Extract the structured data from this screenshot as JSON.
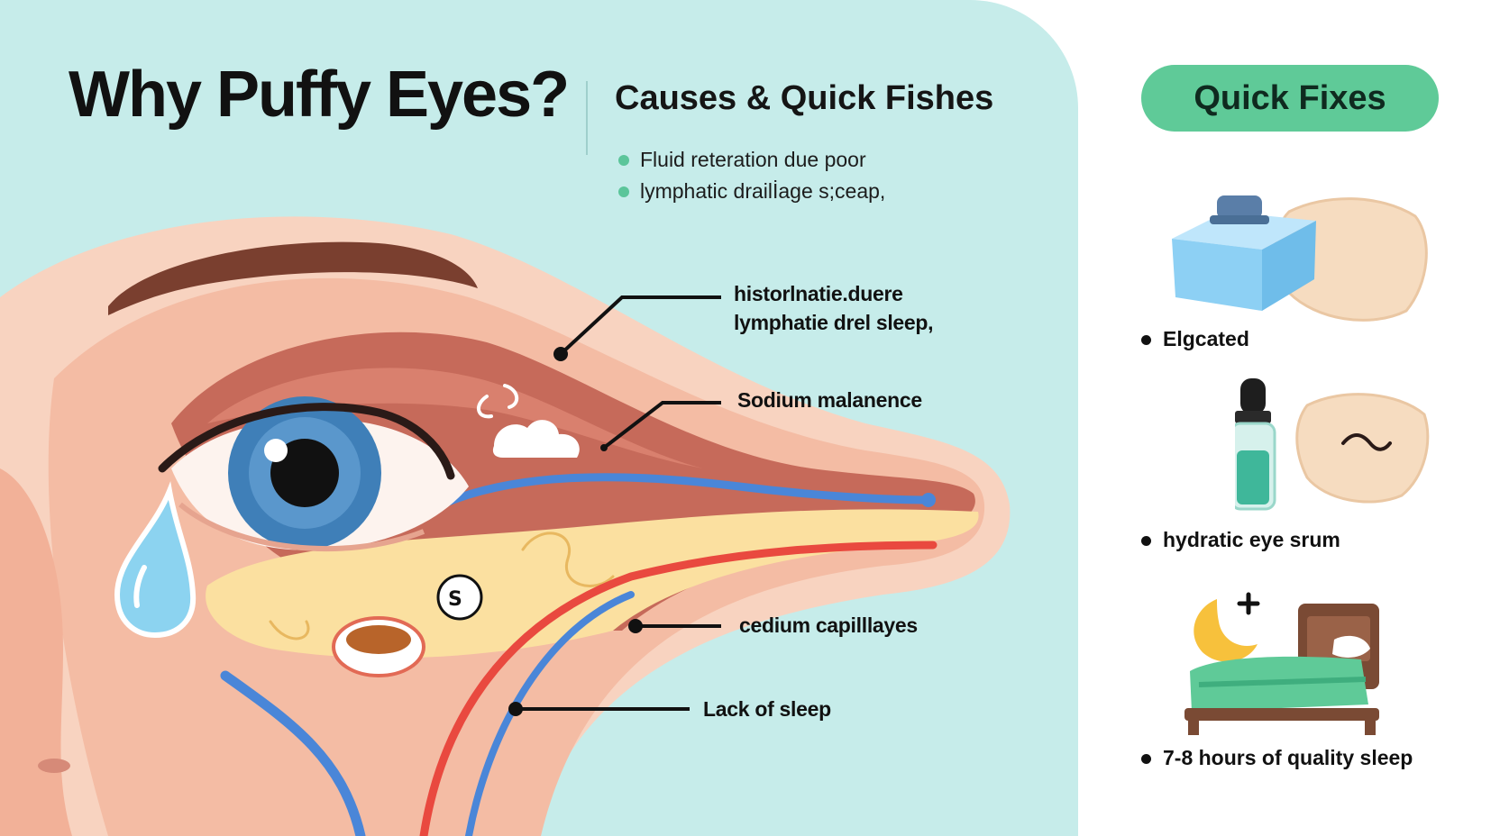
{
  "header": {
    "title": "Why Puffy Eyes?",
    "subtitle": "Causes & Quick Fishes"
  },
  "causes": [
    "Fluid reteration due poor",
    "lymphatic drailİage s;ceap,"
  ],
  "callouts": {
    "histamine_line1": "historlnatie.duere",
    "histamine_line2": "lymphatie drel sleep,",
    "sodium": "Sodium malanence",
    "capillaries": "cedium capilllayes",
    "sleep": "Lack of sleep"
  },
  "quick_fixes": {
    "title": "Quick Fixes",
    "items": [
      {
        "label": "Elgcated",
        "icon": "ice-cube-pillow-icon"
      },
      {
        "label": "hydratic eye srum",
        "icon": "serum-dropper-pillow-icon"
      },
      {
        "label": "7-8 hours of quality sleep",
        "icon": "moon-bed-icon"
      }
    ]
  },
  "colors": {
    "panel_bg": "#c6ecea",
    "skin": "#f6c9b6",
    "muscle": "#c66a5a",
    "fat": "#fbe0a0",
    "vein": "#4a86d8",
    "artery": "#e9493f",
    "accent_green": "#5fca98",
    "iris": "#3f7fb8"
  }
}
